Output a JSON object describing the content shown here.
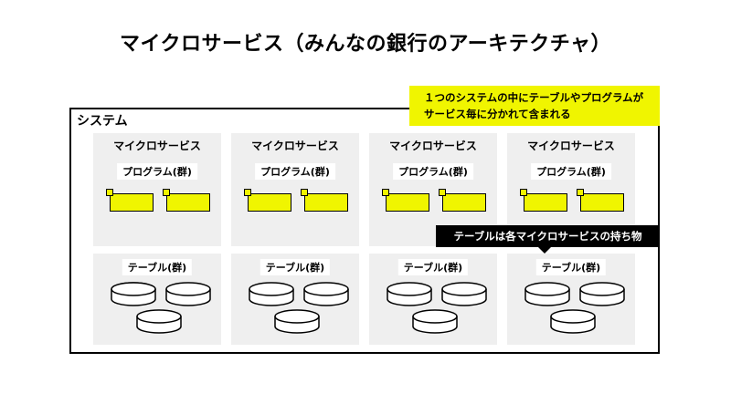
{
  "title": "マイクロサービス（みんなの銀行のアーキテクチャ）",
  "system_label": "システム",
  "note": {
    "line1": "１つのシステムの中にテーブルやプログラムが",
    "line2": "サービス毎に分かれて含まれる"
  },
  "callout": "テーブルは各マイクロサービスの持ち物",
  "services": [
    {
      "service_label": "マイクロサービス",
      "program_label": "プログラム(群)",
      "table_label": "テーブル(群)"
    },
    {
      "service_label": "マイクロサービス",
      "program_label": "プログラム(群)",
      "table_label": "テーブル(群)"
    },
    {
      "service_label": "マイクロサービス",
      "program_label": "プログラム(群)",
      "table_label": "テーブル(群)"
    },
    {
      "service_label": "マイクロサービス",
      "program_label": "プログラム(群)",
      "table_label": "テーブル(群)"
    }
  ],
  "colors": {
    "accent": "#f0f500",
    "panel": "#efefef",
    "ink": "#000000"
  }
}
